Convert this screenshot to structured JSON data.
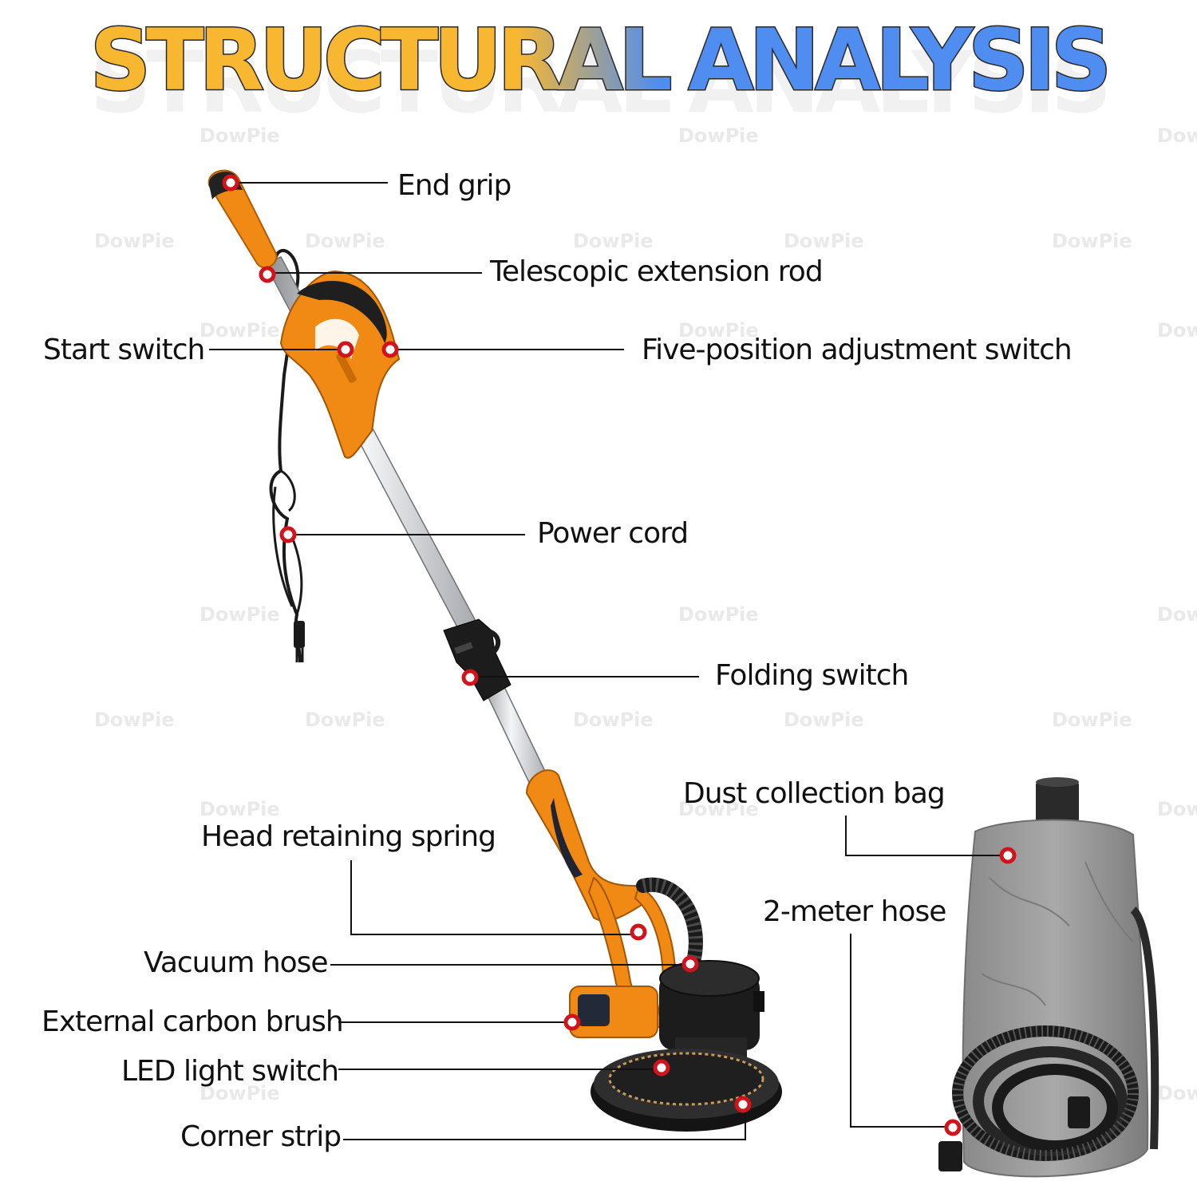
{
  "title": {
    "part1": "STRUCTURAL",
    "part2": "ANALYSIS",
    "color_orange": "#f7b731",
    "color_blue": "#4f8df0"
  },
  "watermark": "DowPie",
  "labels": {
    "end_grip": "End grip",
    "telescopic_rod": "Telescopic extension rod",
    "start_switch": "Start switch",
    "five_position": "Five-position adjustment switch",
    "power_cord": "Power cord",
    "folding_switch": "Folding switch",
    "dust_bag": "Dust collection bag",
    "head_spring": "Head retaining spring",
    "hose_2m": "2-meter hose",
    "vacuum_hose": "Vacuum hose",
    "carbon_brush": "External carbon brush",
    "led_switch": "LED light switch",
    "corner_strip": "Corner strip"
  },
  "colors": {
    "tool_orange": "#f08a14",
    "marker_red": "#d3131b",
    "bag_gray": "#9a9a9a"
  }
}
